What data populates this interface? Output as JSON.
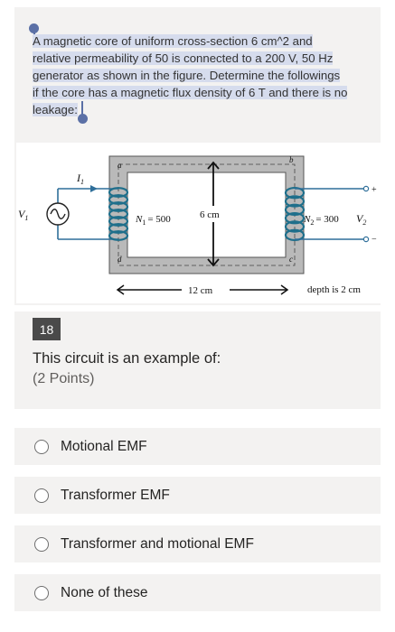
{
  "question_intro": {
    "lines": [
      "A magnetic core of uniform cross-section 6 cm^2 and",
      "relative permeability of 50 is connected to a 200 V, 50 Hz",
      "generator as shown in the figure. Determine the followings",
      "if the core has a magnetic flux density of 6 T and there is no",
      "leakage:"
    ]
  },
  "figure": {
    "i1": "I",
    "i1_sub": "1",
    "v1": "V",
    "v1_sub": "1",
    "n1": "N",
    "n1_sub": "1",
    "n1_value": "= 500",
    "n2": "N",
    "n2_sub": "2",
    "n2_value": "= 300",
    "v2": "V",
    "v2_sub": "2",
    "height_label": "6 cm",
    "width_label": "12 cm",
    "depth_label": "depth is 2 cm",
    "corner_a": "a",
    "corner_b": "b",
    "corner_c": "c",
    "corner_d": "d",
    "plus": "+",
    "minus": "−"
  },
  "question": {
    "number": "18",
    "text": "This circuit is an example of:",
    "points": "(2 Points)"
  },
  "options": [
    {
      "label": "Motional EMF"
    },
    {
      "label": "Transformer EMF"
    },
    {
      "label": "Transformer and motional EMF"
    },
    {
      "label": "None of these"
    }
  ],
  "colors": {
    "card_bg": "#f3f2f1",
    "selection_highlight": "#d6dced",
    "selection_handle": "#5b70a6",
    "coil": "#1f6f8b",
    "wire": "#2f6f9a",
    "core": "#b9b9b9"
  }
}
